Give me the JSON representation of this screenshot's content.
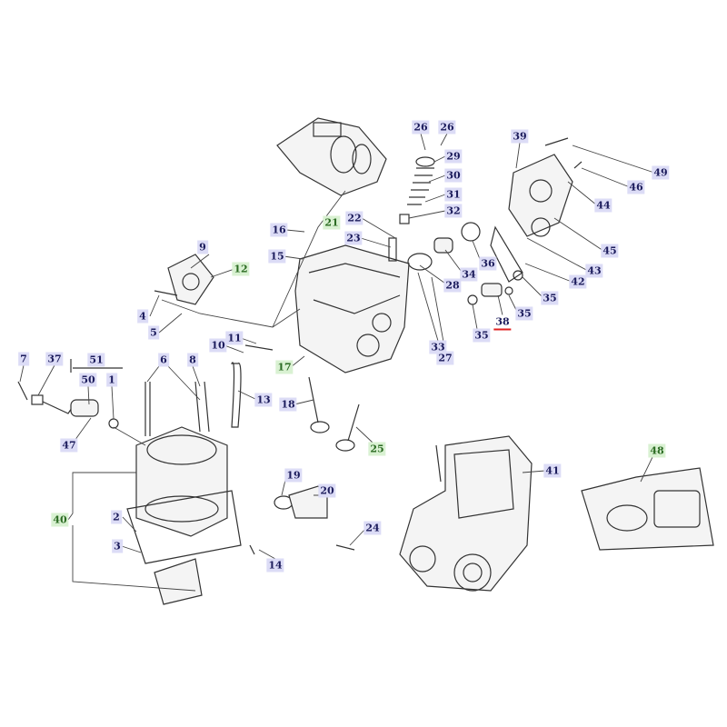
{
  "diagram": {
    "title_hidden": false,
    "labels": [
      "26",
      "26",
      "29",
      "30",
      "31",
      "32",
      "21",
      "22",
      "23",
      "16",
      "15",
      "9",
      "12",
      "4",
      "5",
      "39",
      "49",
      "46",
      "44",
      "45",
      "43",
      "42",
      "36",
      "34",
      "28",
      "35",
      "35",
      "35",
      "38",
      "33",
      "27",
      "17",
      "11",
      "10",
      "13",
      "18",
      "25",
      "7",
      "37",
      "51",
      "50",
      "1",
      "6",
      "8",
      "47",
      "40",
      "2",
      "3",
      "19",
      "20",
      "14",
      "24",
      "41",
      "48"
    ],
    "highlight_colors": {
      "label_bg": "#dcdcf6",
      "label_text": "#1c1c5c",
      "group_bg": "#d9f1d2",
      "group_text": "#2b6b22",
      "underline": "#e02020"
    }
  }
}
